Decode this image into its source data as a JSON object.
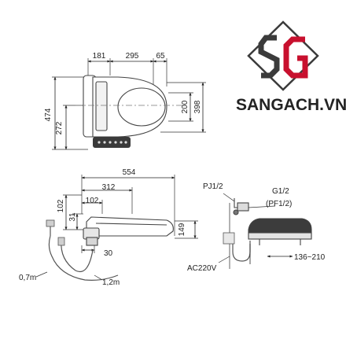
{
  "brand": {
    "name": "SANGACH.VN",
    "logo_letters": "SG",
    "logo_colors": {
      "dark": "#3b3b3b",
      "accent": "#c8102e"
    }
  },
  "top_view": {
    "dims": {
      "d181": "181",
      "d295": "295",
      "d65": "65",
      "d474": "474",
      "d272": "272",
      "d200": "200",
      "d398": "398"
    }
  },
  "side_view": {
    "dims": {
      "d554": "554",
      "d312": "312",
      "d102h": "102",
      "d102v": "102",
      "d31": "31",
      "d149": "149",
      "d30": "30"
    },
    "cable_labels": {
      "c07": "0,7m",
      "c12": "1,2m"
    }
  },
  "install_view": {
    "labels": {
      "pj": "PJ1/2",
      "g": "G1/2",
      "pf": "(PF1/2)",
      "ac": "AC220V",
      "range": "136~210"
    }
  }
}
